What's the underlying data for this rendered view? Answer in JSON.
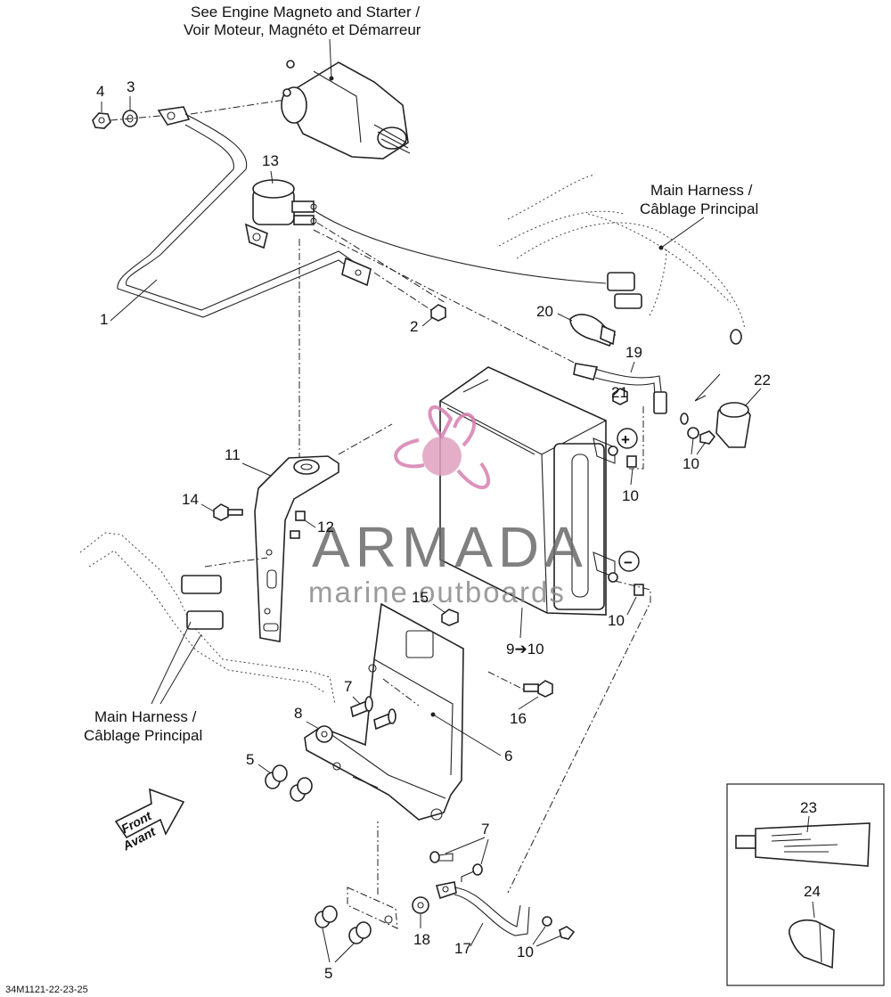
{
  "titles": {
    "starter_line1": "See Engine Magneto and Starter /",
    "starter_line2": "Voir Moteur, Magnéto et Démarreur",
    "harness_top_line1": "Main Harness /",
    "harness_top_line2": "Câblage Principal",
    "harness_left_line1": "Main Harness /",
    "harness_left_line2": "Câblage Principal"
  },
  "labels": {
    "p1": "1",
    "p2": "2",
    "p3": "3",
    "p4": "4",
    "p5a": "5",
    "p5b": "5",
    "p6": "6",
    "p7a": "7",
    "p7b": "7",
    "p8": "8",
    "p9": "9➔10",
    "p10a": "10",
    "p10b": "10",
    "p10c": "10",
    "p10d": "10",
    "p11": "11",
    "p12": "12",
    "p13": "13",
    "p14": "14",
    "p15": "15",
    "p16": "16",
    "p17": "17",
    "p18": "18",
    "p19": "19",
    "p20": "20",
    "p21": "21",
    "p22": "22",
    "p23": "23",
    "p24": "24"
  },
  "symbols": {
    "plus": "+",
    "minus": "−"
  },
  "front": {
    "line1": "Front",
    "line2": "Avant"
  },
  "watermark": {
    "brand": "ARMADA",
    "tagline": "marine outboards"
  },
  "drawing_code": "34M1121-22-23-25",
  "colors": {
    "watermark_pink": "#e0a0c0",
    "watermark_pink_dark": "#d67fb0"
  }
}
